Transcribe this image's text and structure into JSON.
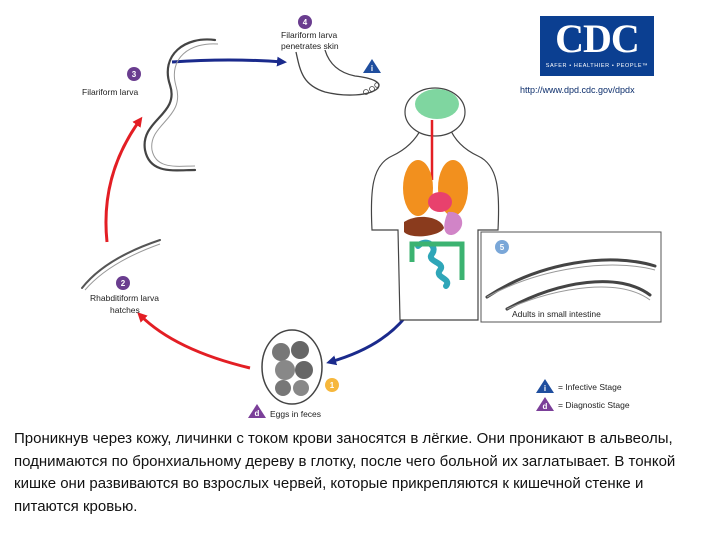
{
  "labels": {
    "s1": "Eggs in feces",
    "s2_line1": "Rhabditiform larva",
    "s2_line2": "hatches",
    "s3": "Filariform larva",
    "s4_line1": "Filariform larva",
    "s4_line2": "penetrates skin",
    "s5": "Adults in small intestine"
  },
  "stage_numbers": {
    "n1": "1",
    "n2": "2",
    "n3": "3",
    "n4": "4",
    "n5": "5"
  },
  "legend": {
    "infective_marker": "i",
    "infective_label": "= Infective Stage",
    "diagnostic_marker": "d",
    "diagnostic_label": "= Diagnostic Stage"
  },
  "logo": {
    "text": "CDC",
    "tagline": "SAFER • HEALTHIER • PEOPLE™",
    "url": "http://www.dpd.cdc.gov/dpdx"
  },
  "caption": "Проникнув через кожу, личинки с током крови заносятся в лёгкие. Они проникают в альвеолы, поднимаются по бронхиальному дереву в глотку, после чего больной их заглатывает. В тонкой кишке они развиваются во взрослых червей, которые прикрепляются к кишечной стенке и питаются кровью.",
  "colors": {
    "red_arrow": "#e31e24",
    "blue_arrow": "#1a2a8c",
    "stage_badge": "#6a3d8f",
    "infective_badge": "#1f4e9e",
    "diagnostic_badge": "#7b3f99",
    "cdc_blue": "#0b3f91"
  }
}
